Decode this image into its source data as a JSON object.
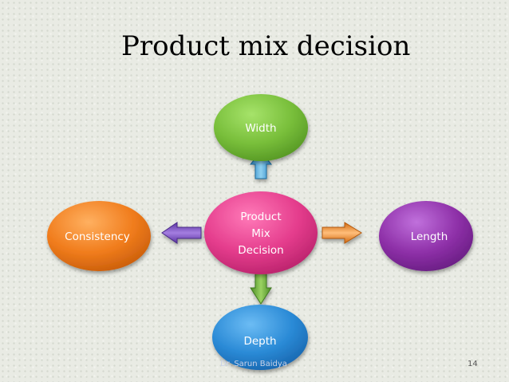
{
  "slide": {
    "title": "Product mix decision",
    "footer_author": "Dr. Sarun Baidya",
    "page_number": "14"
  },
  "diagram": {
    "center": {
      "lines": [
        "Product",
        "Mix",
        "Decision"
      ],
      "color": "#e43c8c"
    },
    "top": {
      "label": "Width",
      "color": "#78be3a"
    },
    "bottom": {
      "label": "Depth",
      "color": "#2a8ad6"
    },
    "left": {
      "label": "Consistency",
      "color": "#f07c1c"
    },
    "right": {
      "label": "Length",
      "color": "#8e30a8"
    },
    "arrow_up_color": "#4aa8d8",
    "arrow_down_color": "#6aa83c",
    "arrow_left_color": "#7a4cc0",
    "arrow_right_color": "#f08a30"
  }
}
